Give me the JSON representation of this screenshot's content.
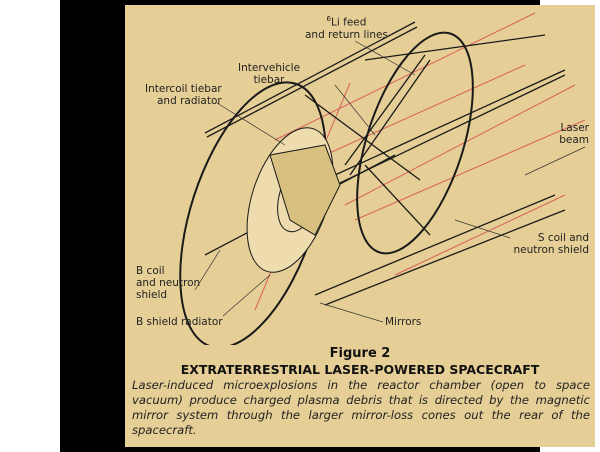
{
  "labels": {
    "li_feed_sup": "6",
    "li_feed": [
      "Li feed",
      "and return lines"
    ],
    "intervehicle": [
      "Intervehicle",
      "tiebar"
    ],
    "intercoil": [
      "Intercoil tiebar",
      "and radiator"
    ],
    "laser": [
      "Laser",
      "beam"
    ],
    "s_coil": [
      "S coil and",
      "neutron shield"
    ],
    "b_coil": [
      "B coil",
      "and neutron",
      "shield"
    ],
    "b_shield": "B shield radiator",
    "mirrors": "Mirrors"
  },
  "caption": {
    "figure": "Figure 2",
    "title": "EXTRATERRESTRIAL LASER-POWERED SPACECRAFT",
    "body": "Laser-induced microexplosions in the reactor chamber (open to space vacuum) produce charged plasma debris that is directed by the magnetic mirror system through the larger mirror-loss cones out the rear of the spacecraft."
  },
  "colors": {
    "background": "#e6cf96",
    "laser": "#d9605a",
    "line": "#1a1a1a"
  }
}
